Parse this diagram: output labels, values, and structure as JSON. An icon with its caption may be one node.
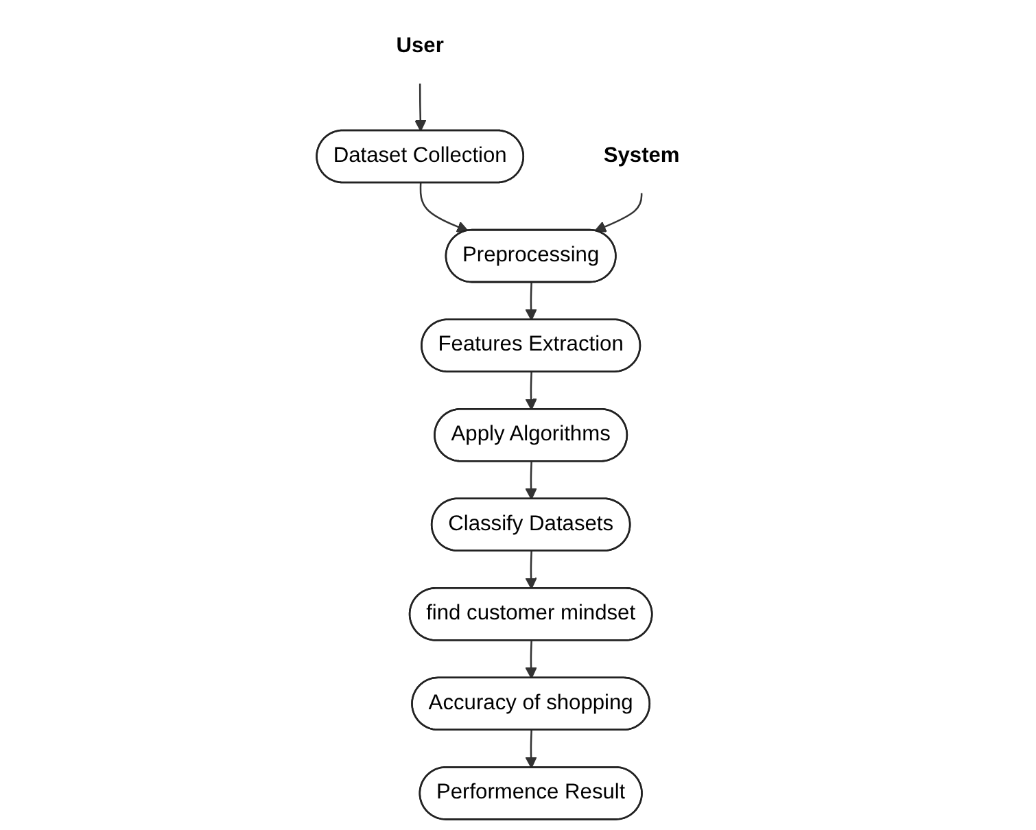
{
  "diagram": {
    "nodes": [
      {
        "text": [
          "Dataset Collection"
        ]
      },
      {
        "text": [
          "Preprocessing"
        ]
      },
      {
        "text": [
          "Features Extraction"
        ]
      },
      {
        "text": [
          "Apply Algorithms"
        ]
      },
      {
        "text": [
          "Classify Datasets"
        ]
      },
      {
        "text": [
          "find  customer mindset"
        ]
      },
      {
        "text": [
          "Accuracy of shopping"
        ]
      },
      {
        "text": [
          "Performence Result"
        ]
      },
      {
        "text": [
          "User"
        ]
      },
      {
        "text": [
          "System"
        ]
      }
    ],
    "edges": [
      {
        "from": 0,
        "to": 1,
        "arrow": "to"
      },
      {
        "from": 1,
        "to": 2,
        "arrow": "to"
      },
      {
        "from": 2,
        "to": 3,
        "arrow": "to"
      },
      {
        "from": 3,
        "to": 4,
        "arrow": "to"
      },
      {
        "from": 4,
        "to": 5,
        "arrow": "to"
      },
      {
        "from": 5,
        "to": 6,
        "arrow": "to"
      },
      {
        "from": 6,
        "to": 7,
        "arrow": "to"
      },
      {
        "from": 8,
        "to": 0,
        "arrow": "to"
      },
      {
        "from": 9,
        "to": 1,
        "arrow": "to"
      }
    ]
  }
}
